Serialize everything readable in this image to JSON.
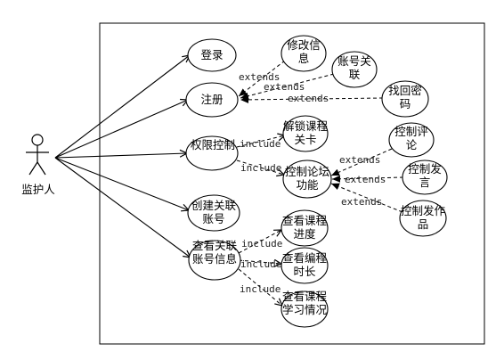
{
  "actor": {
    "name": "监护人"
  },
  "use_cases": {
    "login": "登录",
    "register": "注册",
    "modify_info": "修改信息",
    "account_link": "账号关联",
    "recover_password": "找回密码",
    "permission_control": "权限控制",
    "unlock_course": "解锁课程关卡",
    "forum_control": "控制论坛功能",
    "control_comment": "控制评论",
    "control_post": "控制发言",
    "control_publish_work": "控制发作品",
    "create_link_account": "创建关联账号",
    "view_linked_account": "查看关联账号信息",
    "view_course_progress": "查看课程进度",
    "view_coding_time": "查看编程时长",
    "view_learning_status": "查看课程学习情况"
  },
  "relations": {
    "extends": "extends",
    "include": "include"
  }
}
